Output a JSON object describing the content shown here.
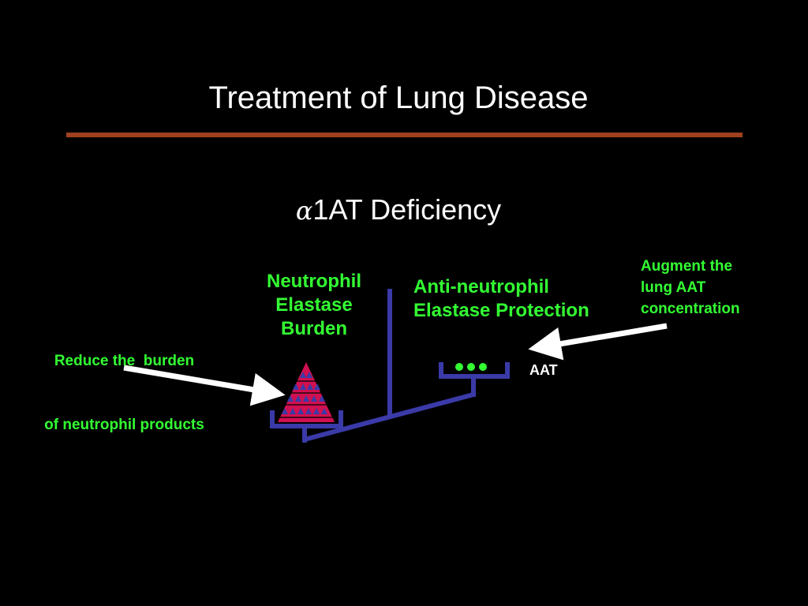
{
  "slide": {
    "title": "Treatment of Lung Disease",
    "subtitle_symbol": "α",
    "subtitle_text": "1AT Deficiency"
  },
  "labels": {
    "burden_line1": "Neutrophil",
    "burden_line2": "Elastase",
    "burden_line3": "Burden",
    "protection_line1": "Anti-neutrophil",
    "protection_line2": "Elastase Protection",
    "augment_line1": "Augment the",
    "augment_line2": "lung AAT",
    "augment_line3": "concentration",
    "reduce_line1": "Reduce the  burden",
    "reduce_line2": "of neutrophil products",
    "aat": "AAT"
  },
  "colors": {
    "background": "#000000",
    "accent_rule": "#a0401e",
    "label_green": "#33ff33",
    "scale_blue": "#3a3aa8",
    "triangle_red": "#d01050",
    "arrow_white": "#ffffff"
  }
}
